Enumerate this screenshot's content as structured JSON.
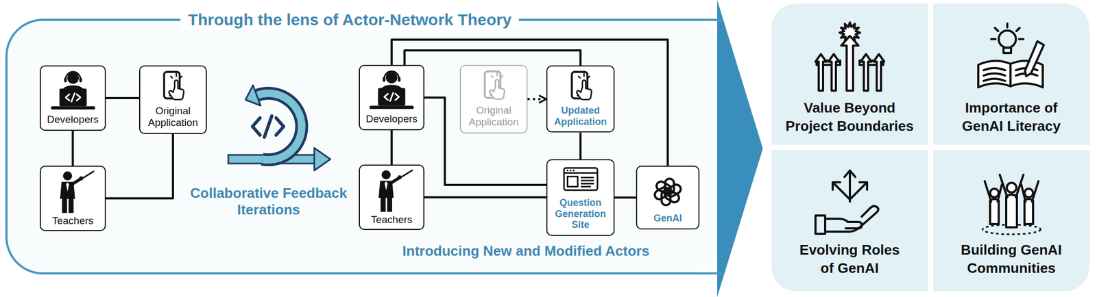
{
  "diagram": {
    "nodes": [
      {
        "text": [
          "Through the lens of Actor-Network Theory"
        ]
      },
      {
        "text": [
          "Developers"
        ],
        "in": 0
      },
      {
        "text": [
          "Original Application"
        ],
        "in": 0
      },
      {
        "text": [
          "Teachers"
        ],
        "in": 0
      },
      {
        "text": [
          "Developers"
        ],
        "in": 0
      },
      {
        "text": [
          "Original Application"
        ],
        "in": 0
      },
      {
        "text": [
          "Updated Application"
        ],
        "in": 0
      },
      {
        "text": [
          "Teachers"
        ],
        "in": 0
      },
      {
        "text": [
          "Question Generation Site"
        ],
        "in": 0
      },
      {
        "text": [
          "GenAI"
        ],
        "in": 0
      },
      {
        "text": [
          "Value Beyond Project Boundaries"
        ]
      },
      {
        "text": [
          "Importance of GenAI Literacy"
        ]
      },
      {
        "text": [
          "Evolving Roles of GenAI"
        ]
      },
      {
        "text": [
          "Building GenAI Communities"
        ]
      }
    ],
    "edges": [
      {
        "from": 1,
        "to": 2,
        "arrow": "none"
      },
      {
        "from": 1,
        "to": 3,
        "arrow": "none"
      },
      {
        "from": 2,
        "to": 3,
        "arrow": "none"
      },
      {
        "from": 5,
        "to": 6,
        "arrow": "to"
      },
      {
        "from": 4,
        "to": 6,
        "arrow": "none"
      },
      {
        "from": 4,
        "to": 9,
        "arrow": "none"
      },
      {
        "from": 4,
        "to": 8,
        "arrow": "none"
      },
      {
        "from": 4,
        "to": 7,
        "arrow": "none"
      },
      {
        "from": 7,
        "to": 8,
        "arrow": "none"
      },
      {
        "from": 6,
        "to": 8,
        "arrow": "none"
      },
      {
        "from": 8,
        "to": 9,
        "arrow": "none"
      }
    ],
    "labels": [
      "Collaborative Feedback Iterations",
      "Introducing New and Modified Actors"
    ]
  }
}
